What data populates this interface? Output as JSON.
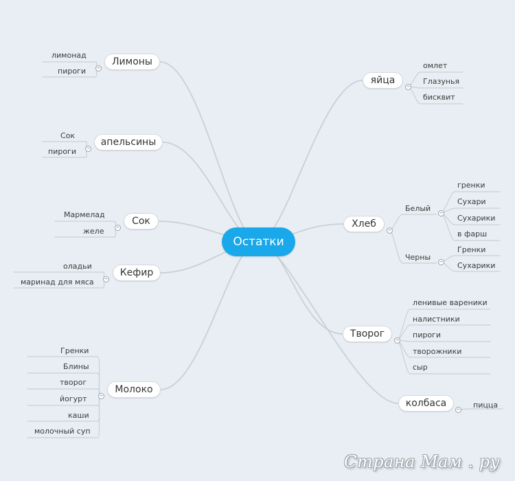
{
  "center": "Остатки",
  "left": [
    {
      "label": "Лимоны",
      "items": [
        "лимонад",
        "пироги"
      ]
    },
    {
      "label": "апельсины",
      "items": [
        "Сок",
        "пироги"
      ]
    },
    {
      "label": "Сок",
      "items": [
        "Мармелад",
        "желе"
      ]
    },
    {
      "label": "Кефир",
      "items": [
        "оладьи",
        "маринад для мяса"
      ]
    },
    {
      "label": "Молоко",
      "items": [
        "Гренки",
        "Блины",
        "творог",
        "йогурт",
        "каши",
        "молочный суп"
      ]
    }
  ],
  "right": [
    {
      "label": "яйца",
      "items": [
        "омлет",
        "Глазунья",
        "бисквит"
      ]
    },
    {
      "label": "Хлеб",
      "groups": [
        {
          "label": "Белый",
          "items": [
            "гренки",
            "Сухари",
            "Сухарики",
            "в фарш"
          ]
        },
        {
          "label": "Черны",
          "items": [
            "Гренки",
            "Сухарики"
          ]
        }
      ]
    },
    {
      "label": "Творог",
      "items": [
        "ленивые вареники",
        "налистники",
        "пироги",
        "творожники",
        "сыр"
      ]
    },
    {
      "label": "колбаса",
      "items": [
        "пицца"
      ]
    }
  ],
  "toggle_symbol": "–",
  "watermark": "Страна Мам . ру",
  "colors": {
    "background": "#e8eef3",
    "center": "#19a8ea",
    "line": "#c9d0d6"
  }
}
